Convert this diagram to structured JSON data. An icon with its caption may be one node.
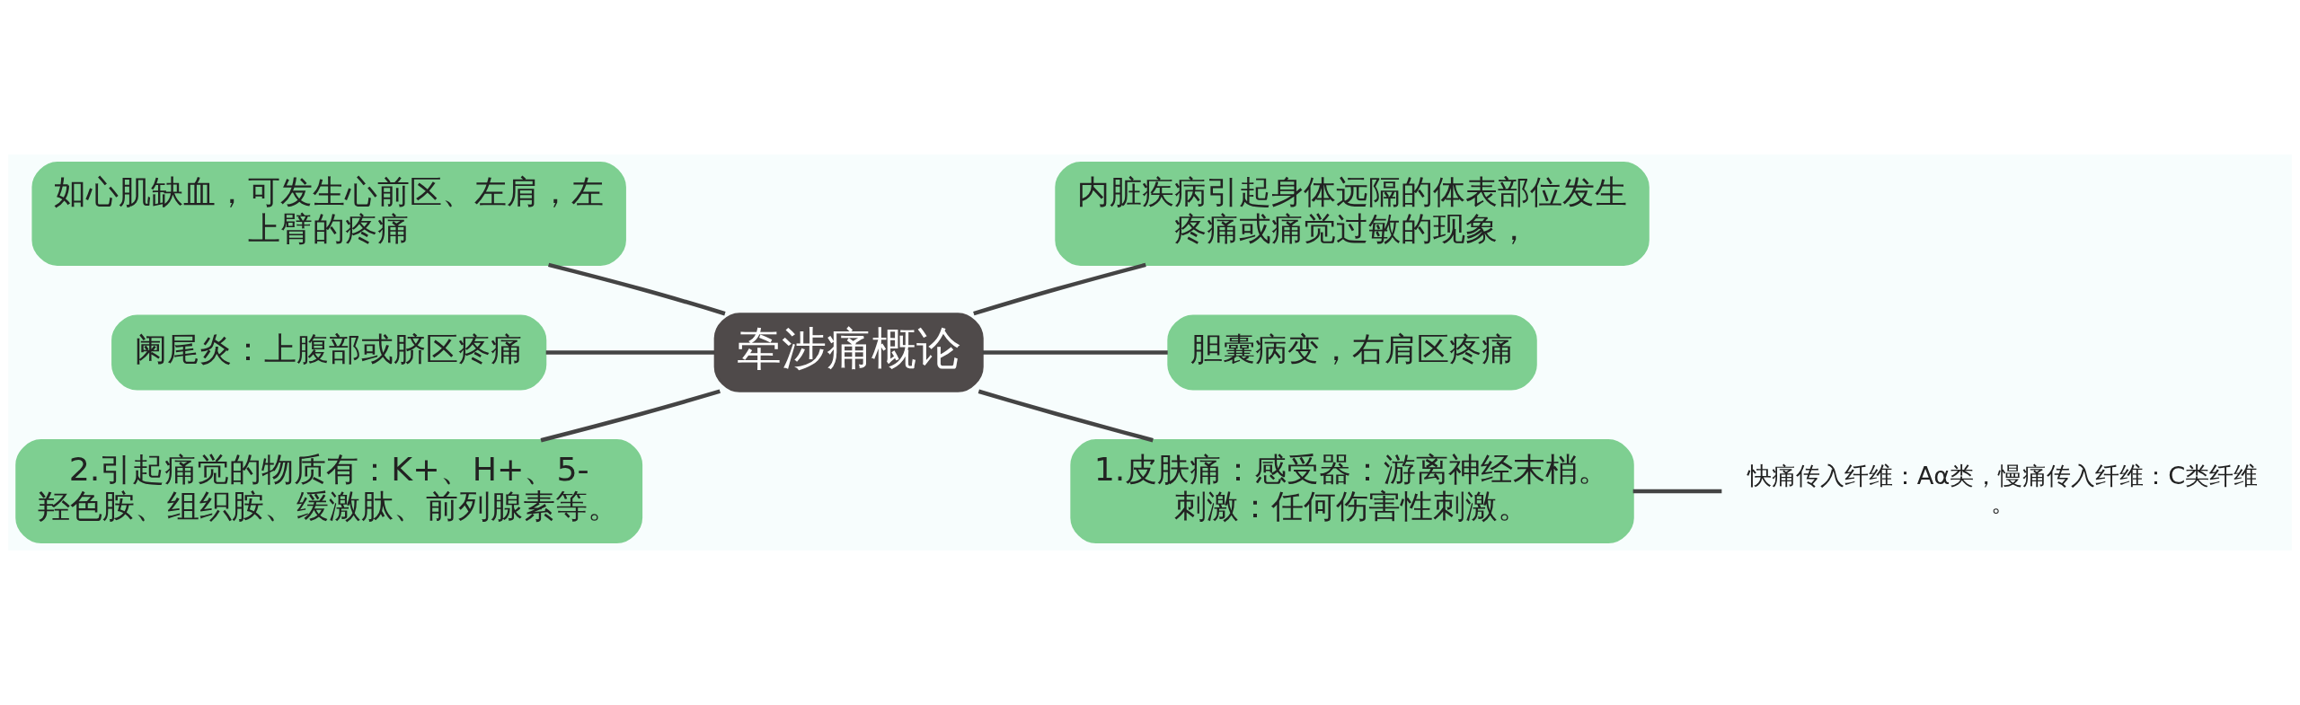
{
  "diagram": {
    "nodes": [
      {
        "text": [
          "牵涉痛概论"
        ]
      },
      {
        "text": [
          "如心肌缺血，可发生心前区、左肩，左上臂的疼痛"
        ]
      },
      {
        "text": [
          "阑尾炎：上腹部或脐区疼痛"
        ]
      },
      {
        "text": [
          "2.引起痛觉的物质有：K+、H+、5-羟色胺、组织胺、缓激肽、前列腺素等。"
        ]
      },
      {
        "text": [
          "内脏疾病引起身体远隔的体表部位发生疼痛或痛觉过敏的现象，"
        ]
      },
      {
        "text": [
          "胆囊病变，右肩区疼痛"
        ]
      },
      {
        "text": [
          "1.皮肤痛：感受器：游离神经末梢。刺激：任何伤害性刺激。"
        ]
      },
      {
        "text": [
          "快痛传入纤维：Aα类，慢痛传入纤维：C类纤维。"
        ]
      }
    ],
    "edges": [
      {
        "from": 0,
        "to": 1,
        "arrow": "none"
      },
      {
        "from": 0,
        "to": 2,
        "arrow": "none"
      },
      {
        "from": 0,
        "to": 3,
        "arrow": "none"
      },
      {
        "from": 0,
        "to": 4,
        "arrow": "none"
      },
      {
        "from": 0,
        "to": 5,
        "arrow": "none"
      },
      {
        "from": 0,
        "to": 6,
        "arrow": "none"
      },
      {
        "from": 6,
        "to": 7,
        "arrow": "none"
      }
    ]
  }
}
